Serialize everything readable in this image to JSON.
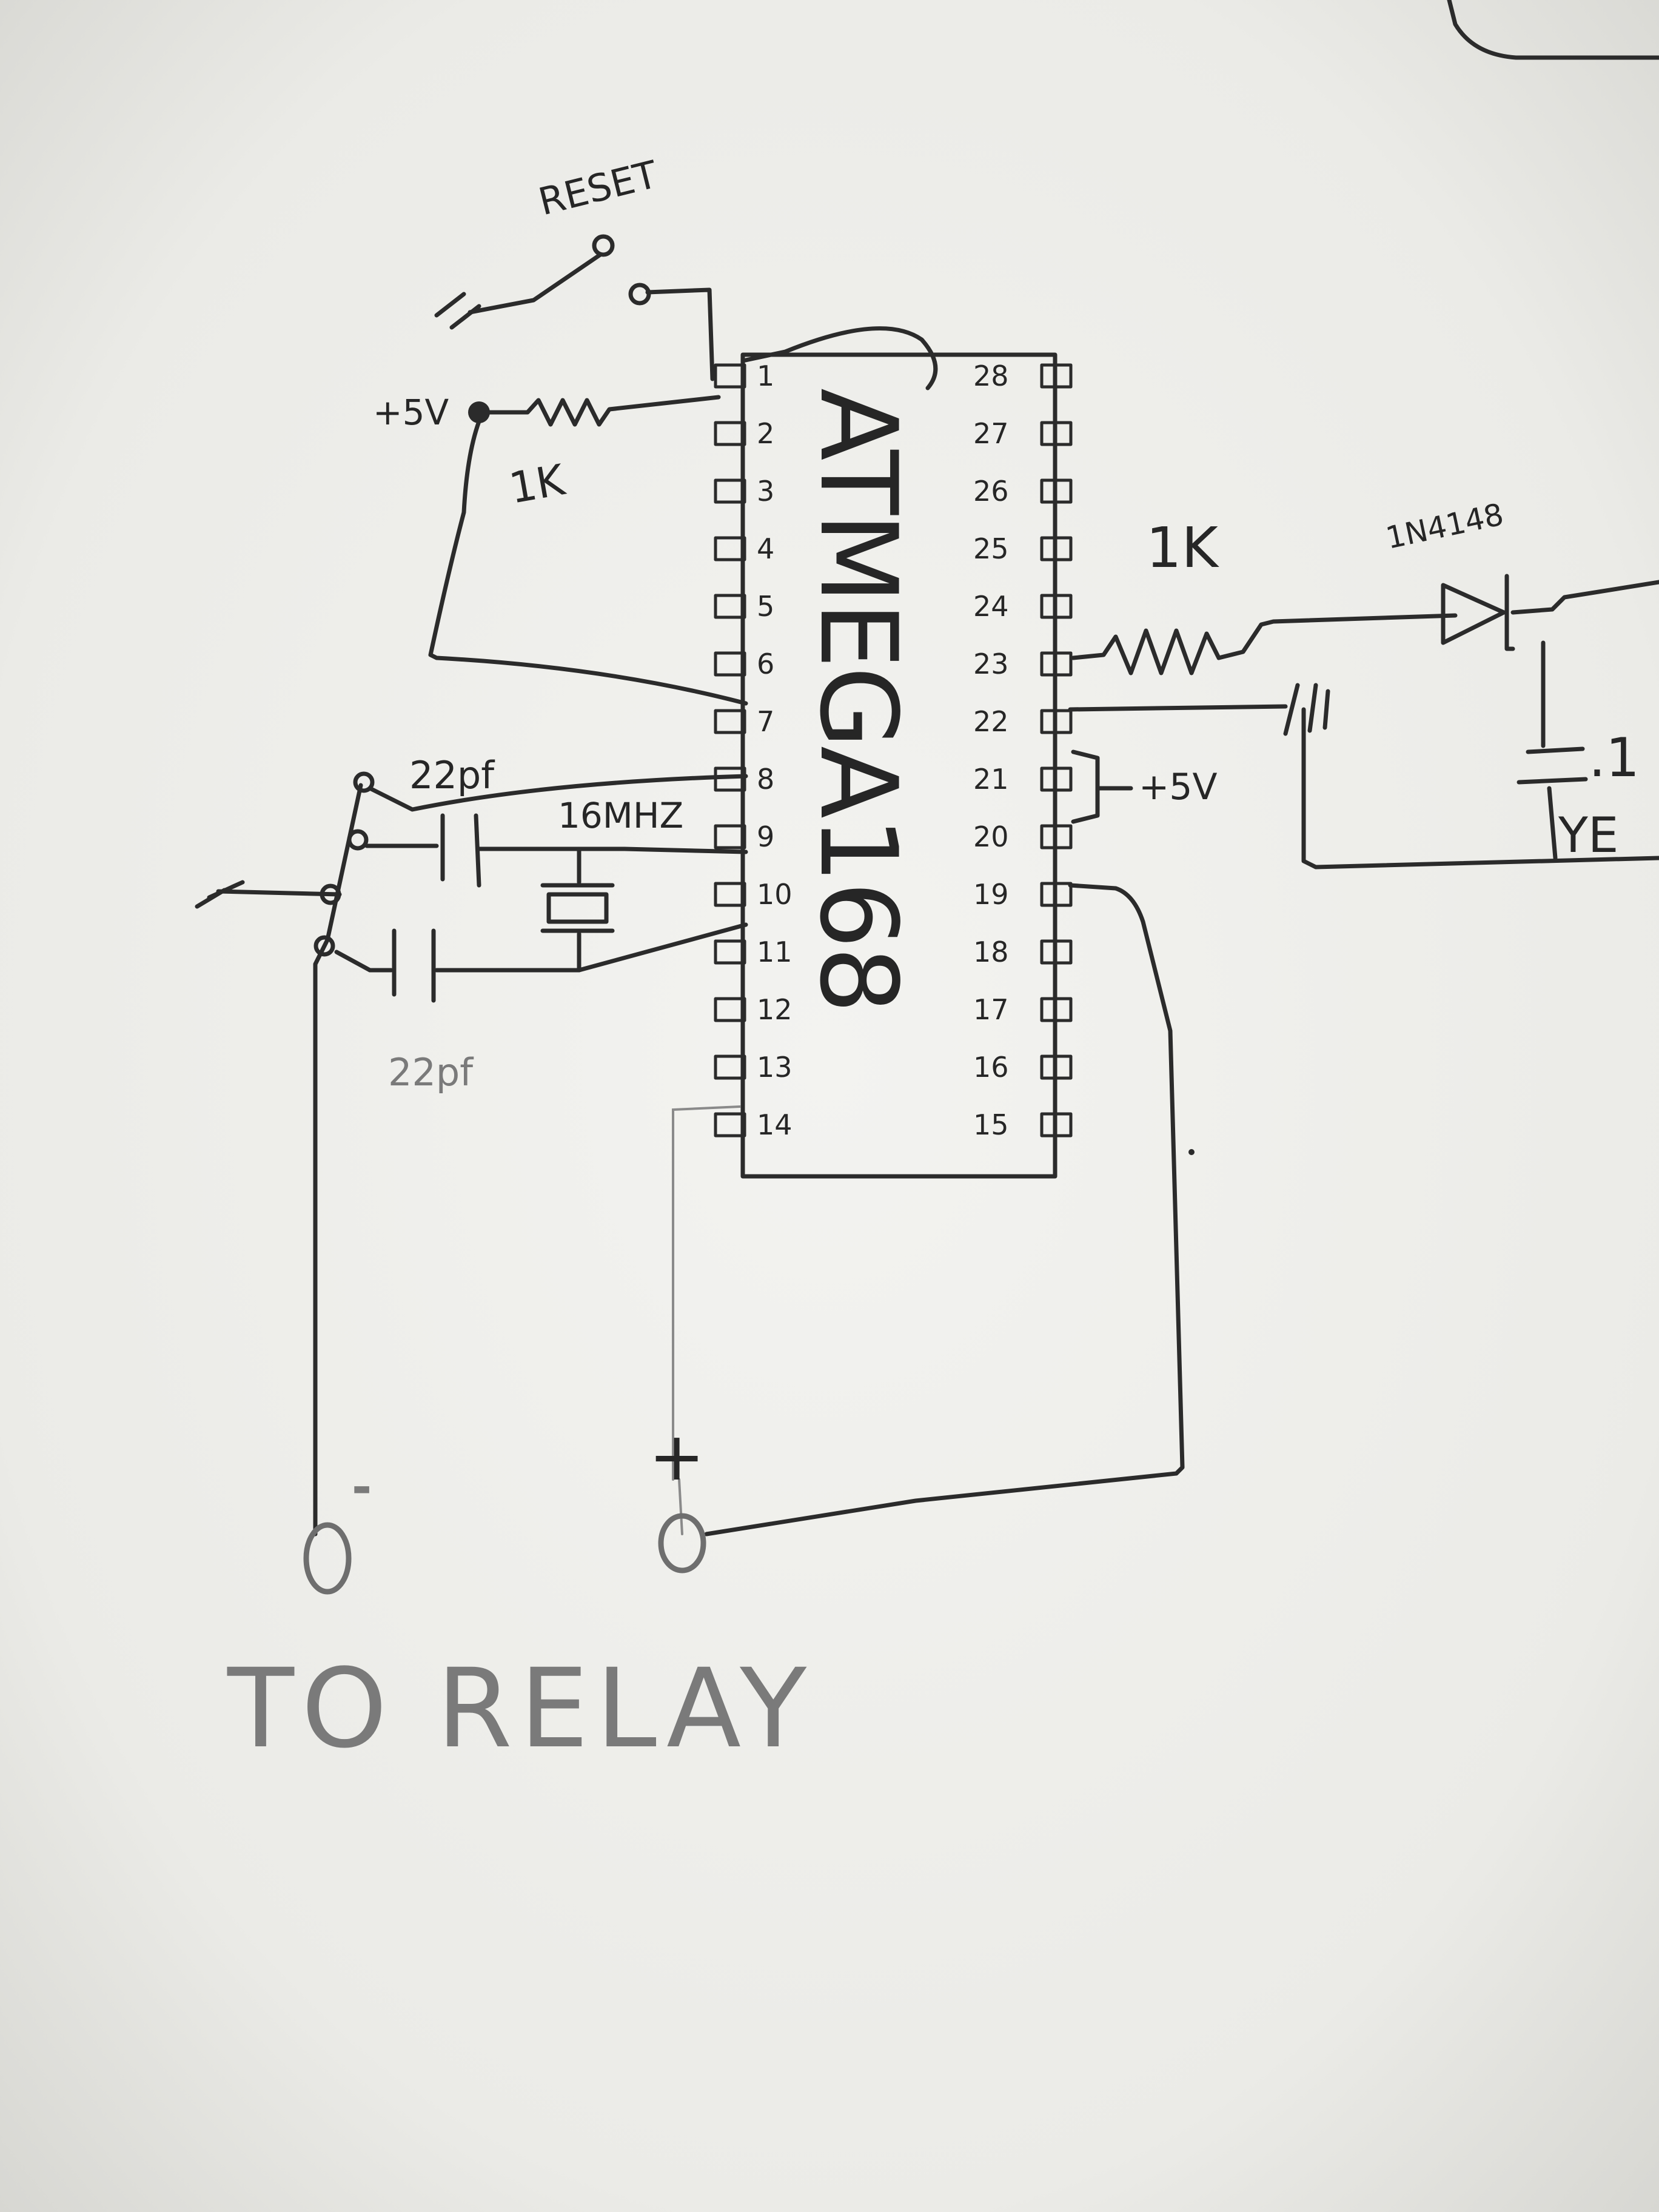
{
  "chip": {
    "name": "ATMEGA168"
  },
  "left_pins": [
    "1",
    "2",
    "3",
    "4",
    "5",
    "6",
    "7",
    "8",
    "9",
    "10",
    "11",
    "12",
    "13",
    "14"
  ],
  "right_pins": [
    "28",
    "27",
    "26",
    "25",
    "24",
    "23",
    "22",
    "21",
    "20",
    "19",
    "18",
    "17",
    "16",
    "15"
  ],
  "labels": {
    "reset": "RESET",
    "plus5v_reset": "+5V",
    "res_reset": "1K",
    "cap_top": "22pf",
    "cap_bottom": "22pf",
    "crystal": "16MHZ",
    "res_led": "1K",
    "diode": "1N4148",
    "cap_right": ".1",
    "plus5v_right": "+5V",
    "partial_right": "YE",
    "minus": "-",
    "plus": "+",
    "to_relay": "TO RELAY"
  },
  "colors": {
    "paper": "#efefec",
    "ink": "#2b2b2b",
    "graphite": "#7a7a7a"
  }
}
